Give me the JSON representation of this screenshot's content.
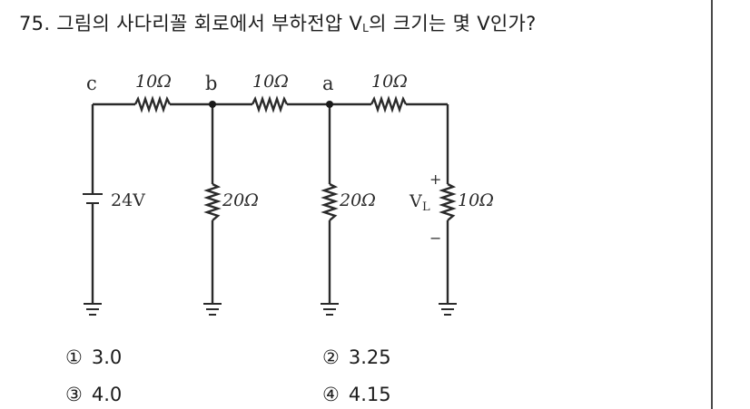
{
  "question": {
    "number": "75.",
    "text_before": "그림의 사다리꼴 회로에서 부하전압 V",
    "subscript": "L",
    "text_after": "의 크기는 몇 V인가?"
  },
  "circuit": {
    "nodes": {
      "c": "c",
      "b": "b",
      "a": "a"
    },
    "series_resistors": [
      "10Ω",
      "10Ω",
      "10Ω"
    ],
    "source": "24V",
    "shunt_resistors": [
      "20Ω",
      "20Ω"
    ],
    "load_resistor": "10Ω",
    "load_voltage_label": "V",
    "load_voltage_sub": "L",
    "plus": "+",
    "minus": "−"
  },
  "choices": [
    {
      "num": "①",
      "value": "3.0"
    },
    {
      "num": "②",
      "value": "3.25"
    },
    {
      "num": "③",
      "value": "4.0"
    },
    {
      "num": "④",
      "value": "4.15"
    }
  ]
}
